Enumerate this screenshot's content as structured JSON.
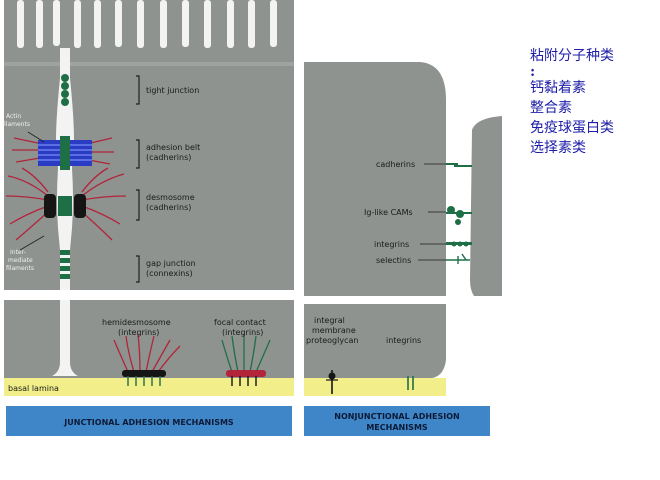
{
  "side_note": {
    "title": "粘附分子种类",
    "colon": ":",
    "items": [
      "钙黏着素",
      "整合素",
      "免疫球蛋白类",
      "选择素类"
    ]
  },
  "junctional": {
    "labels": {
      "tight_junction": "tight junction",
      "adhesion_belt": [
        "adhesion belt",
        "(cadherins)"
      ],
      "desmosome": [
        "desmosome",
        "(cadherins)"
      ],
      "gap_junction": [
        "gap junction",
        "(connexins)"
      ],
      "actin_filaments": [
        "Actin",
        "filaments"
      ],
      "intermediate_filaments": [
        "Inter-",
        "mediate",
        "filaments"
      ],
      "hemidesmosome": [
        "hemidesmosome",
        "(integrins)"
      ],
      "focal_contact": [
        "focal contact",
        "(integrins)"
      ],
      "basal_lamina": "basal lamina"
    },
    "banner": "JUNCTIONAL ADHESION MECHANISMS"
  },
  "nonjunctional": {
    "labels": {
      "cadherins": "cadherins",
      "ig_like_cams": "Ig-like CAMs",
      "integrins": "integrins",
      "selectins": "selectins",
      "integral_membrane_proteoglycan": [
        "integral",
        "membrane",
        "proteoglycan"
      ],
      "integrins_bottom": "integrins"
    },
    "banner": [
      "NONJUNCTIONAL ADHESION",
      "MECHANISMS"
    ]
  },
  "colors": {
    "background_cell": "#8e9390",
    "lumen": "#f3f3f3",
    "basal_lamina": "#f2ee8a",
    "banner": "#3f86c9",
    "green_junction": "#1f6f46",
    "blue_belt": "#2a3cc4",
    "red_filaments": "#b2243a",
    "side_text": "#1e1ea8"
  }
}
